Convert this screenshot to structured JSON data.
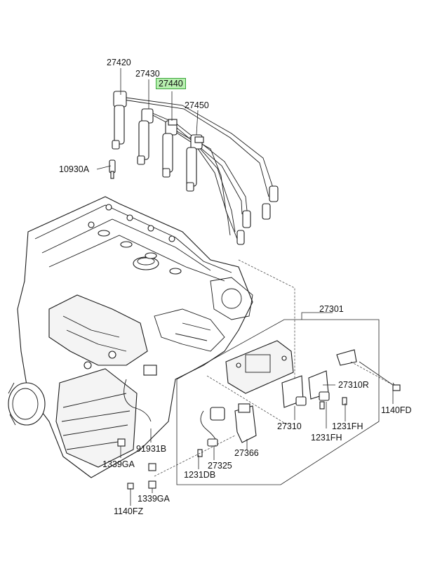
{
  "diagram": {
    "highlight_color": "#b8f0b0",
    "highlight_border": "#3aa63a",
    "parts": [
      {
        "id": "27420",
        "label": "27420"
      },
      {
        "id": "27430",
        "label": "27430"
      },
      {
        "id": "27440",
        "label": "27440",
        "highlighted": true
      },
      {
        "id": "27450",
        "label": "27450"
      },
      {
        "id": "10930A",
        "label": "10930A"
      },
      {
        "id": "27301",
        "label": "27301"
      },
      {
        "id": "27310R",
        "label": "27310R"
      },
      {
        "id": "1140FD",
        "label": "1140FD"
      },
      {
        "id": "27310",
        "label": "27310"
      },
      {
        "id": "1231FH_a",
        "label": "1231FH"
      },
      {
        "id": "1231FH_b",
        "label": "1231FH"
      },
      {
        "id": "27366",
        "label": "27366"
      },
      {
        "id": "91931B",
        "label": "91931B"
      },
      {
        "id": "27325",
        "label": "27325"
      },
      {
        "id": "1339GA_a",
        "label": "1339GA"
      },
      {
        "id": "1231DB",
        "label": "1231DB"
      },
      {
        "id": "1339GA_b",
        "label": "1339GA"
      },
      {
        "id": "1140FZ",
        "label": "1140FZ"
      }
    ]
  }
}
